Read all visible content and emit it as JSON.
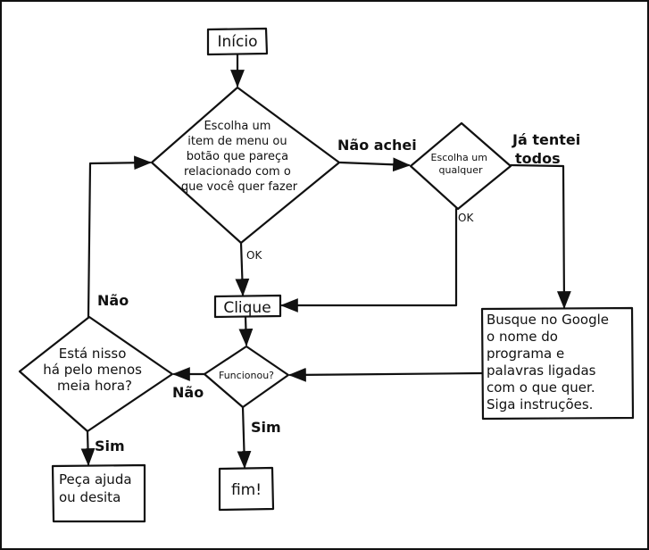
{
  "flowchart": {
    "start": "Início",
    "decision_choose": [
      "Escolha um",
      "item de menu ou",
      "botão que pareça",
      "relacionado com o",
      "que você quer fazer"
    ],
    "decision_any": [
      "Escolha um",
      "qualquer"
    ],
    "click": "Clique",
    "decision_worked": "Funcionou?",
    "decision_halfhour": [
      "Está nisso",
      "há pelo menos",
      "meia hora?"
    ],
    "box_google": [
      "Busque no Google",
      "o nome do",
      "programa e",
      "palavras ligadas",
      "com o que quer.",
      "Siga instruções."
    ],
    "box_help": [
      "Peça ajuda",
      "ou desita"
    ],
    "end": "fim!",
    "edges": {
      "not_found": "Não achei",
      "tried_all": [
        "Já tentei",
        "todos"
      ],
      "ok_main": "OK",
      "ok_any": "OK",
      "no_halfhour": "Não",
      "no_worked": "Não",
      "yes_worked": "Sim",
      "yes_halfhour": "Sim"
    }
  }
}
